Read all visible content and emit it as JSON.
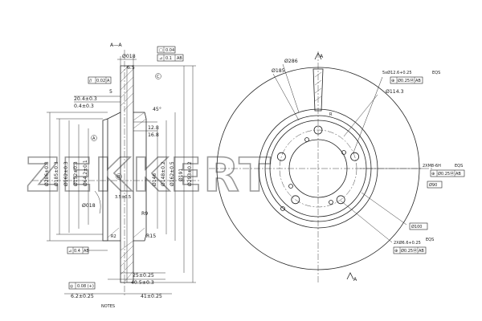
{
  "watermark": {
    "brand": "ZEKKERT"
  },
  "section_label": "A—A",
  "view_marker": "A",
  "notes_label": "NOTES",
  "tolerance_frames": {
    "top_a": [
      "□",
      "0.04"
    ],
    "top_b": [
      "⊿",
      "0.1",
      "AB"
    ],
    "left_runout": [
      "//",
      "0.02",
      "A"
    ],
    "mid_left": [
      "⊿",
      "0.4",
      "AB"
    ],
    "bottom_left": [
      "◎",
      "0.08 (+)"
    ],
    "pcd_top": [
      "⊕",
      "Ø0.25Ⓜ",
      "AB"
    ],
    "pcd_bottom": [
      "⊕",
      "Ø0.25Ⓜ",
      "AB"
    ],
    "holes_right": [
      "⊕",
      "Ø0.25Ⓜ",
      "AB"
    ],
    "bore_right": [
      "Ø90"
    ],
    "hub_right": [
      "Ø100"
    ]
  },
  "dims_left": {
    "d_outer": "Ø286±0.8",
    "d_a": "Ø185±0.3",
    "d_b": "Ø162±0.3",
    "d_c": "Ø152±0.3",
    "d_d": "Ø64.2±0.1"
  },
  "dims_mid": {
    "d_hat": "Ø146",
    "d_hat2": "Ø148±0.2",
    "d_ring": "Ø162±0.5",
    "d_ring2": "Ø191",
    "d_total": "Ø293±0.2"
  },
  "dims_top": {
    "hub": "Ø018",
    "hub_w": "6.5",
    "chamfer": "5",
    "stepA": "20.4±0.3",
    "stepB": "0.4±0.3",
    "angle": "45°",
    "w1": "12.8",
    "w2": "16.8",
    "fillet1": "R9",
    "fillet2": "R15",
    "groove": "3.5±0.5",
    "bore": "Ø018",
    "r2": "R2",
    "circ_a": "A",
    "circ_b": "B",
    "circ_c": "C"
  },
  "dims_bottom": {
    "w25": "25±0.25",
    "w40": "40.5±0.3",
    "w41": "41±0.25",
    "w62": "6.2±0.25"
  },
  "front_labels": {
    "pcd": "Ø286",
    "inner": "Ø185",
    "hub": "Ø114.3",
    "bolt": "5xØ12.6+0.25",
    "bolt_tol": "EQS",
    "thread": "2XM8-6H",
    "thread_tol": "EQS",
    "pilot": "2XØ6.6+0.25",
    "pilot_tol": "EQS",
    "r_small": "R",
    "hub_dia": "Ø100",
    "bore_dia": "Ø90",
    "section_a": "A",
    "section_b": "A"
  }
}
